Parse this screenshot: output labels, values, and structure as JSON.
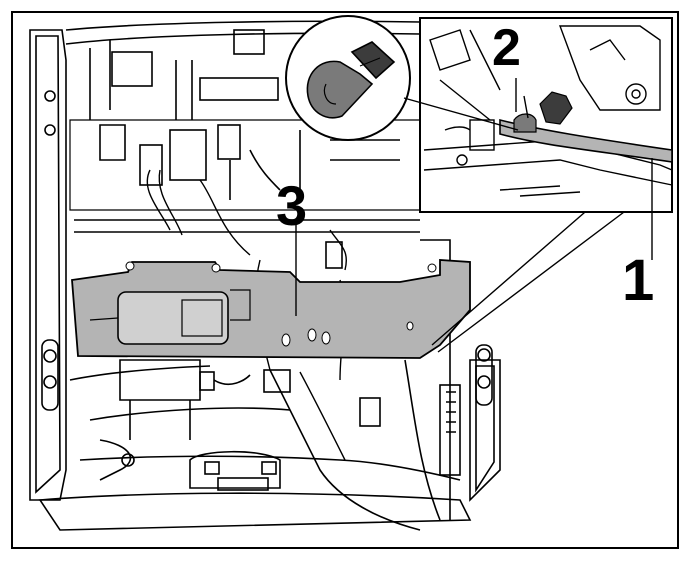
{
  "figure": {
    "callouts": [
      {
        "id": "1",
        "text": "1"
      },
      {
        "id": "2",
        "text": "2"
      },
      {
        "id": "3",
        "text": "3"
      }
    ],
    "colors": {
      "line": "#000000",
      "highlight": "#b4b4b4",
      "background": "#ffffff"
    },
    "icons": [
      "cable-tie-icon",
      "wire-harness-clamp-icon",
      "seat-frame-drawing"
    ]
  }
}
